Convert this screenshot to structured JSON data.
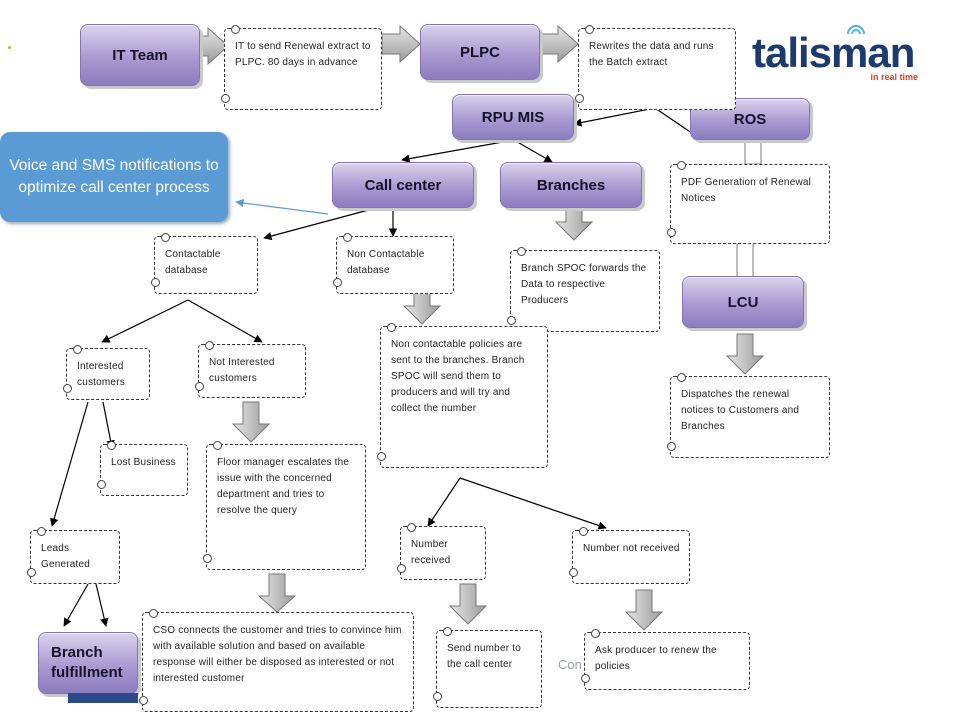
{
  "boxes": {
    "it_team": "IT Team",
    "plpc": "PLPC",
    "rpu_mis": "RPU MIS",
    "ros": "ROS",
    "call_center": "Call center",
    "branches": "Branches",
    "lcu": "LCU",
    "branch_fulfillment": "Branch fulfillment"
  },
  "notes": {
    "it_renewal": "IT to send Renewal extract to PLPC. 80 days in advance",
    "rewrites": "Rewrites the data and runs the Batch extract",
    "pdf_generation": "PDF Generation of Renewal Notices",
    "contactable": "Contactable database",
    "non_contactable": "Non Contactable database",
    "branch_spoc": "Branch SPOC forwards the Data to respective Producers",
    "non_contactable_policies": "Non contactable policies are sent to the branches. Branch SPOC will send them to producers and will try and collect the number",
    "dispatches": "Dispatches the renewal notices to Customers and Branches",
    "interested": "Interested customers",
    "not_interested": "Not Interested customers",
    "lost_business": "Lost Business",
    "floor_manager": "Floor manager escalates the issue with the concerned department and tries to resolve the query",
    "leads_generated": "Leads Generated",
    "number_received": "Number received",
    "number_not_received": "Number not received",
    "cso_connects": "CSO connects the customer and tries to convince him with available solution and based on available response will either be disposed as interested or not interested customer",
    "send_number": "Send number to the call center",
    "ask_producer": "Ask producer to renew the policies"
  },
  "callout": "Voice and SMS notifications to optimize call center process",
  "brand": {
    "name": "talisman",
    "tagline": "in real time",
    "primary_color": "#1c3a6e",
    "accent_color": "#e2401b"
  },
  "footer_fragment": "Con",
  "colors": {
    "box_fill": "#a99ad1",
    "callout_fill": "#5b9bd5",
    "arrow_fill": "#b5b5b5"
  }
}
